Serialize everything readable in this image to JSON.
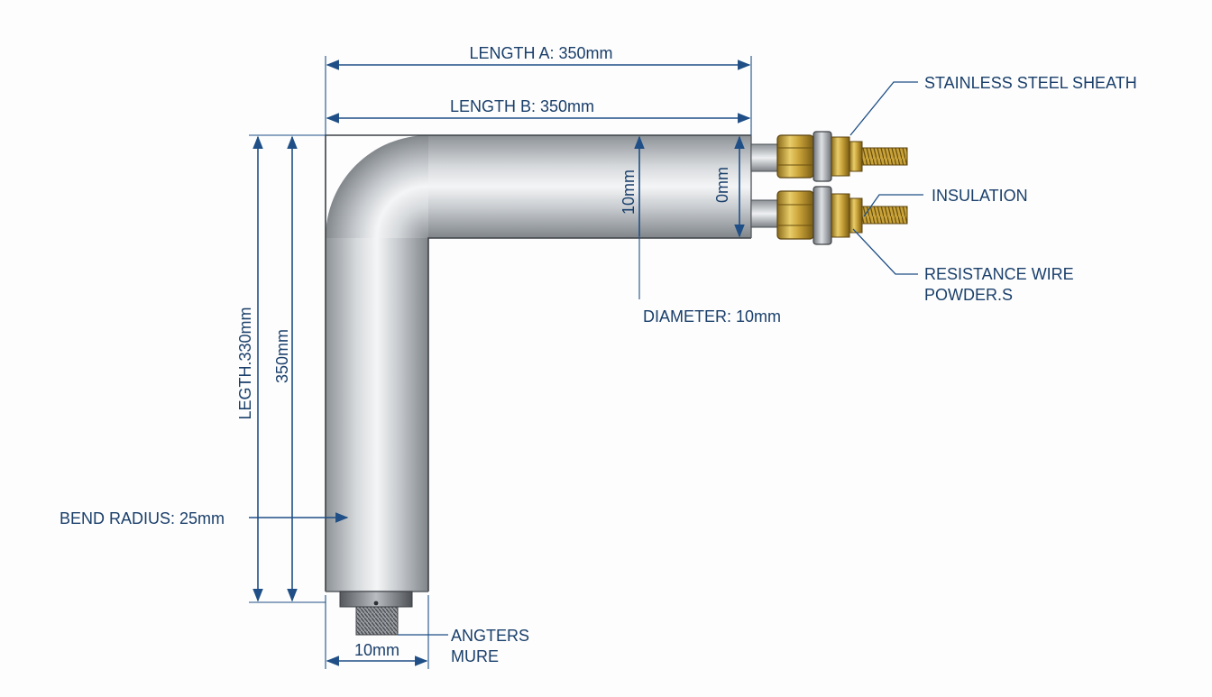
{
  "labels": {
    "length_a": "LENGTH A: 350mm",
    "length_b": "LENGTH B: 350mm",
    "vertical_outer": "LEGTH.330mm",
    "vertical_inner": "350mm",
    "tube_dia_left": "10mm",
    "tube_dia_right": "0mm",
    "diameter": "DIAMETER: 10mm",
    "bend_radius": "BEND RADIUS: 25mm",
    "bottom_width": "10mm",
    "callout_sheath": "STAINLESS STEEL SHEATH",
    "callout_insulation": "INSULATION",
    "callout_resistance_1": "RESISTANCE WIRE",
    "callout_resistance_2": "POWDER.S",
    "callout_bottom_1": "ANGTERS",
    "callout_bottom_2": "MURE"
  },
  "colors": {
    "dimension": "#1f4f86",
    "label_text": "#1a3f6b",
    "steel_dark": "#8d9297",
    "steel_light": "#f4f5f6",
    "brass": "#c9a33a"
  }
}
